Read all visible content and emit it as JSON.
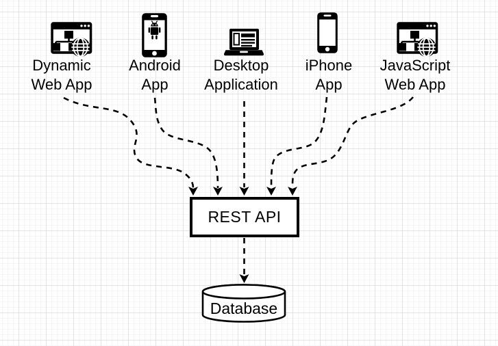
{
  "diagram": {
    "clients": [
      {
        "id": "dynamic-web-app",
        "label": "Dynamic\nWeb App",
        "icon": "browser-globe-icon"
      },
      {
        "id": "android-app",
        "label": "Android\nApp",
        "icon": "android-phone-icon"
      },
      {
        "id": "desktop-application",
        "label": "Desktop\nApplication",
        "icon": "laptop-icon"
      },
      {
        "id": "iphone-app",
        "label": "iPhone\nApp",
        "icon": "iphone-icon"
      },
      {
        "id": "javascript-web-app",
        "label": "JavaScript\nWeb App",
        "icon": "browser-globe-icon"
      }
    ],
    "rest_api": {
      "label": "REST API",
      "shape": "rectangle"
    },
    "database": {
      "label": "Database",
      "shape": "cylinder"
    },
    "edges": [
      {
        "from": "dynamic-web-app",
        "to": "rest-api",
        "style": "dashed-arrow"
      },
      {
        "from": "android-app",
        "to": "rest-api",
        "style": "dashed-arrow"
      },
      {
        "from": "desktop-application",
        "to": "rest-api",
        "style": "dashed-arrow"
      },
      {
        "from": "iphone-app",
        "to": "rest-api",
        "style": "dashed-arrow"
      },
      {
        "from": "javascript-web-app",
        "to": "rest-api",
        "style": "dashed-arrow"
      },
      {
        "from": "rest-api",
        "to": "database",
        "style": "dashed-arrow"
      }
    ],
    "style": {
      "stroke_color": "#000000",
      "fill_color": "#ffffff",
      "grid_major_color": "#e2e2e2",
      "grid_minor_color": "#f5f5f7",
      "arrow_style": "filled-triangle"
    }
  }
}
